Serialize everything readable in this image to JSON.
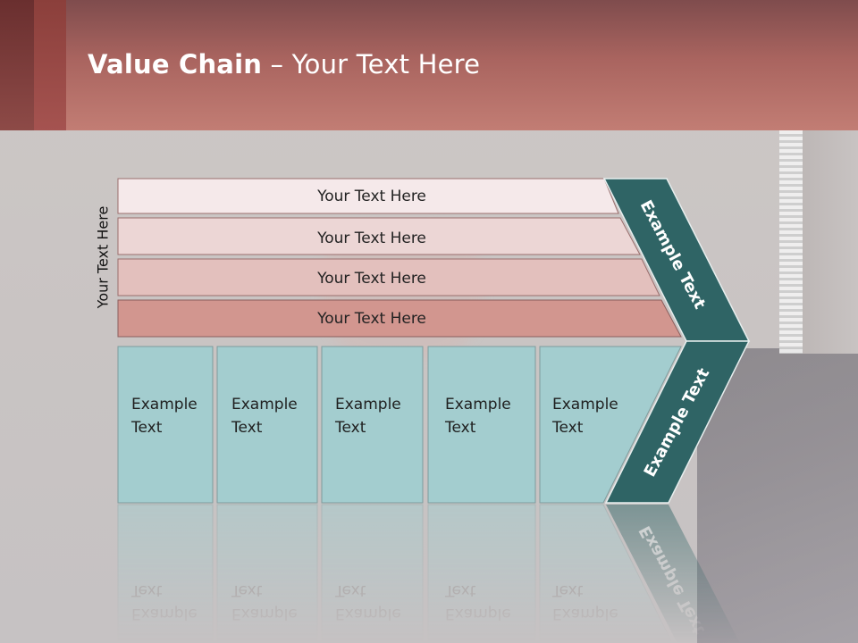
{
  "slide": {
    "title_bold": "Value Chain",
    "title_rest": " – Your Text Here",
    "side_label": "Your Text Here"
  },
  "rows": [
    {
      "label": "Your Text Here",
      "fill": "#f5e9ea"
    },
    {
      "label": "Your Text Here",
      "fill": "#ecd6d5"
    },
    {
      "label": "Your Text Here",
      "fill": "#e3c0bd"
    },
    {
      "label": "Your Text Here",
      "fill": "#d2968f"
    }
  ],
  "boxes": [
    {
      "line1": "Example",
      "line2": "Text"
    },
    {
      "line1": "Example",
      "line2": "Text"
    },
    {
      "line1": "Example",
      "line2": "Text"
    },
    {
      "line1": "Example",
      "line2": "Text"
    },
    {
      "line1": "Example",
      "line2": "Text"
    }
  ],
  "chevron": {
    "upper_label": "Example Text",
    "lower_label": "Example Text",
    "fill": "#2f6465"
  },
  "colors": {
    "box_fill": "#a3cdcf",
    "header_accent": "#a9645f"
  }
}
